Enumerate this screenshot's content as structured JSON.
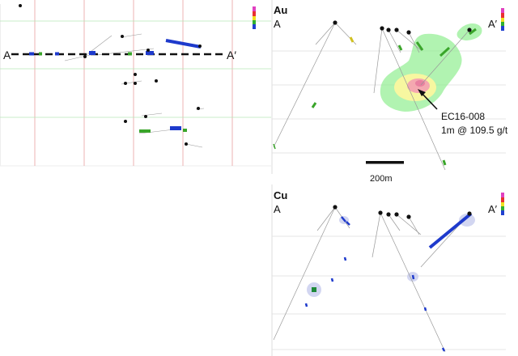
{
  "plan_view": {
    "section_start_label": "A",
    "section_end_label": "A′"
  },
  "au_section": {
    "element_label": "Au",
    "section_start_label": "A",
    "section_end_label": "A′",
    "callout_hole": "EC16-008",
    "callout_interval": "1m @ 109.5 g/t",
    "scale_bar_label": "200m",
    "colors": {
      "halo_outer": "#90ee90",
      "halo_mid": "#f7f7a0",
      "halo_core": "#f4a8b0"
    }
  },
  "cu_section": {
    "element_label": "Cu",
    "section_start_label": "A",
    "section_end_label": "A′",
    "colors": {
      "intercept": "#1e3acc",
      "halo": "#c8ccee"
    }
  },
  "colors": {
    "grid_red": "#e8a0a0",
    "grid_green": "#b8e6b8",
    "grid_gray": "#cccccc",
    "drill_trace": "#888888",
    "collar": "#111111",
    "au_intercept": "#3aa52a",
    "cu_intercept": "#1e3acc"
  }
}
